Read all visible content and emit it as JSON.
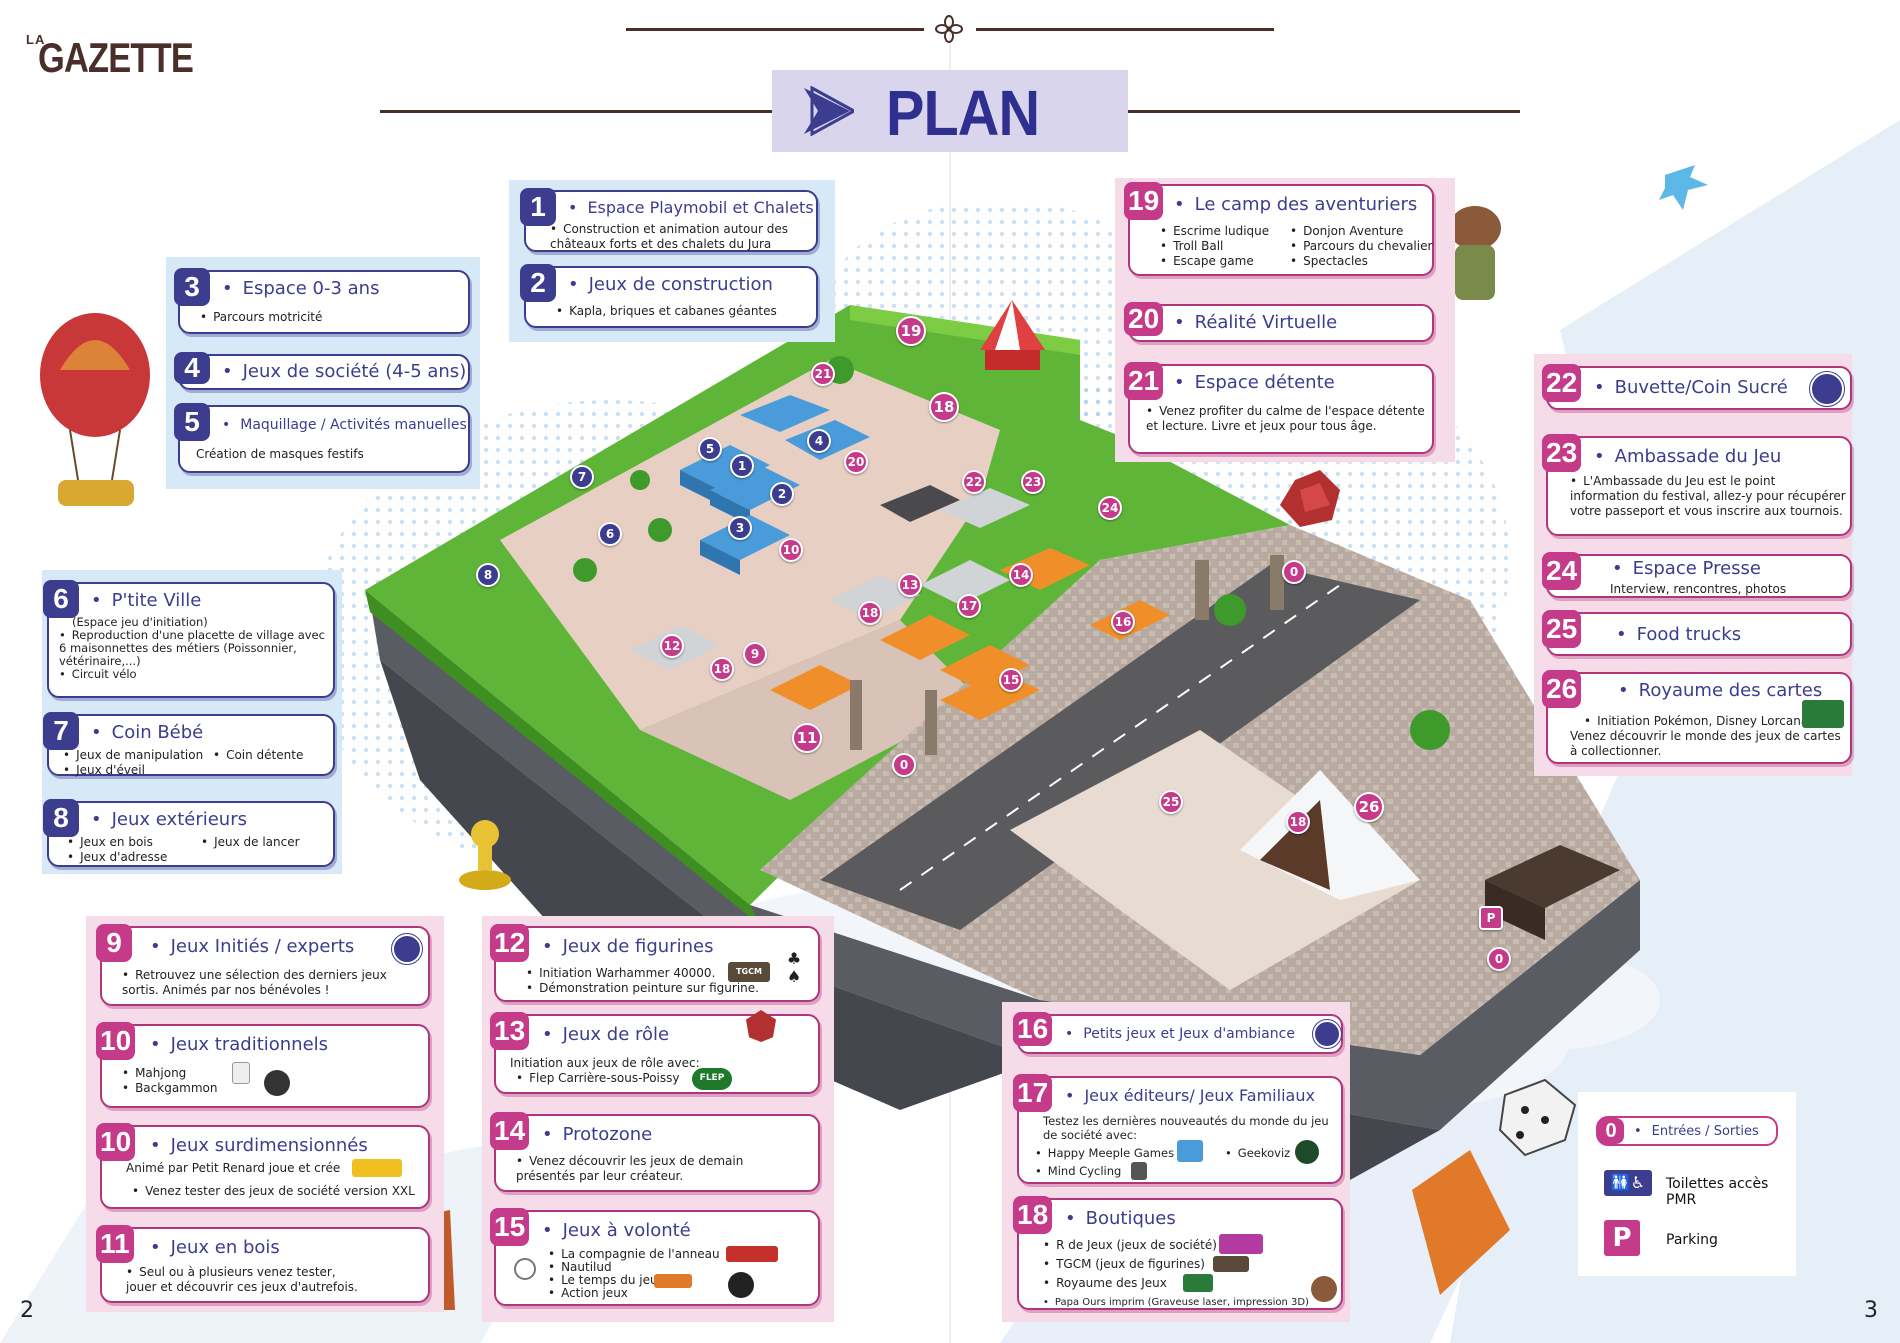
{
  "brand": {
    "prefix": "LA",
    "name": "GAZETTE"
  },
  "page_title": "PLAN",
  "page_numbers": {
    "left": "2",
    "right": "3"
  },
  "colors": {
    "navy": "#3c3d8e",
    "magenta": "#c53a89",
    "brown": "#4a2e2a",
    "blue_panel": "#d7e8f6",
    "pink_panel": "#f6dbe9",
    "title_bg": "#d9d5ec"
  },
  "zones": {
    "z1": {
      "num": "1",
      "title": "Espace Playmobil et Chalets",
      "items": [
        "Construction et animation autour des châteaux forts et des chalets du Jura"
      ]
    },
    "z2": {
      "num": "2",
      "title": "Jeux de construction",
      "items": [
        "Kapla, briques et cabanes géantes"
      ]
    },
    "z3": {
      "num": "3",
      "title": "Espace 0-3 ans",
      "items": [
        "Parcours motricité"
      ]
    },
    "z4": {
      "num": "4",
      "title": "Jeux de société (4-5 ans)"
    },
    "z5": {
      "num": "5",
      "title": "Maquillage / Activités manuelles",
      "text": "Création de masques festifs"
    },
    "z6": {
      "num": "6",
      "title": "P'tite Ville",
      "sub": "(Espace jeu d'initiation)",
      "items": [
        "Reproduction d'une placette de village avec 6 maisonnettes des métiers (Poissonnier, vétérinaire,...)",
        "Circuit vélo"
      ]
    },
    "z7": {
      "num": "7",
      "title": "Coin Bébé",
      "items": [
        "Jeux de manipulation",
        "Coin détente",
        "Jeux d'éveil"
      ]
    },
    "z8": {
      "num": "8",
      "title": "Jeux extérieurs",
      "items": [
        "Jeux en bois",
        "Jeux de lancer",
        "Jeux d'adresse"
      ]
    },
    "z9": {
      "num": "9",
      "title": "Jeux Initiés / experts",
      "text": "Retrouvez une sélection des derniers jeux sortis. Animés par nos bénévoles !"
    },
    "z10a": {
      "num": "10",
      "title": "Jeux traditionnels",
      "items": [
        "Mahjong",
        "Backgammon"
      ]
    },
    "z10b": {
      "num": "10",
      "title": "Jeux surdimensionnés",
      "sub": "Animé par Petit Renard joue et crée",
      "items": [
        "Venez tester des jeux de société version XXL"
      ]
    },
    "z11": {
      "num": "11",
      "title": "Jeux en bois",
      "text": "Seul ou à plusieurs venez tester, jouer et découvrir ces jeux d'autrefois."
    },
    "z12": {
      "num": "12",
      "title": "Jeux de figurines",
      "items": [
        "Initiation Warhammer 40000.",
        "Démonstration peinture sur figurine."
      ],
      "logo": "TGCM"
    },
    "z13": {
      "num": "13",
      "title": "Jeux de rôle",
      "sub": "Initiation aux jeux de rôle avec:",
      "items": [
        "Flep Carrière-sous-Poissy"
      ],
      "logo": "FLEP"
    },
    "z14": {
      "num": "14",
      "title": "Protozone",
      "text": "Venez découvrir les jeux de demain présentés par leur créateur."
    },
    "z15": {
      "num": "15",
      "title": "Jeux à volonté",
      "items": [
        "La compagnie de l'anneau",
        "Nautilud",
        "Le temps du jeu",
        "Action jeux"
      ]
    },
    "z16": {
      "num": "16",
      "title": "Petits jeux et Jeux d'ambiance"
    },
    "z17": {
      "num": "17",
      "title": "Jeux éditeurs/ Jeux Familiaux",
      "sub": "Testez les dernières nouveautés du monde du jeu de société avec:",
      "items": [
        "Happy Meeple Games",
        "Geekoviz",
        "Mind Cycling"
      ]
    },
    "z18": {
      "num": "18",
      "title": "Boutiques",
      "items": [
        "R de Jeux (jeux de société)",
        "TGCM (jeux de figurines)",
        "Royaume des Jeux",
        "Papa Ours imprim (Graveuse laser, impression 3D)"
      ]
    },
    "z19": {
      "num": "19",
      "title": "Le camp des aventuriers",
      "items": [
        "Escrime ludique",
        "Donjon Aventure",
        "Troll Ball",
        "Parcours du chevalier",
        "Escape game",
        "Spectacles"
      ]
    },
    "z20": {
      "num": "20",
      "title": "Réalité Virtuelle"
    },
    "z21": {
      "num": "21",
      "title": "Espace détente",
      "text": "Venez profiter du calme de l'espace détente et lecture. Livre et jeux pour tous âge."
    },
    "z22": {
      "num": "22",
      "title": "Buvette/Coin Sucré"
    },
    "z23": {
      "num": "23",
      "title": "Ambassade du Jeu",
      "text": "L'Ambassade du Jeu est le point information du festival, allez-y pour récupérer votre passeport et vous inscrire aux tournois."
    },
    "z24": {
      "num": "24",
      "title": "Espace Presse",
      "text": "Interview, rencontres, photos"
    },
    "z25": {
      "num": "25",
      "title": "Food trucks"
    },
    "z26": {
      "num": "26",
      "title": "Royaume des cartes",
      "items": [
        "Initiation Pokémon, Disney Lorcana"
      ],
      "text": "Venez découvrir le monde des jeux de cartes à collectionner."
    }
  },
  "legend": {
    "entry": {
      "num": "0",
      "label": "Entrées / Sorties"
    },
    "toilets": "Toilettes accès PMR",
    "parking": {
      "icon": "P",
      "label": "Parking"
    }
  },
  "map_markers": [
    "19",
    "21",
    "18",
    "5",
    "4",
    "1",
    "2",
    "3",
    "20",
    "22",
    "23",
    "24",
    "6",
    "7",
    "8",
    "10",
    "13",
    "17",
    "14",
    "16",
    "18",
    "12",
    "9",
    "18",
    "15",
    "11",
    "0",
    "25",
    "18",
    "26",
    "0",
    "P",
    "0"
  ]
}
